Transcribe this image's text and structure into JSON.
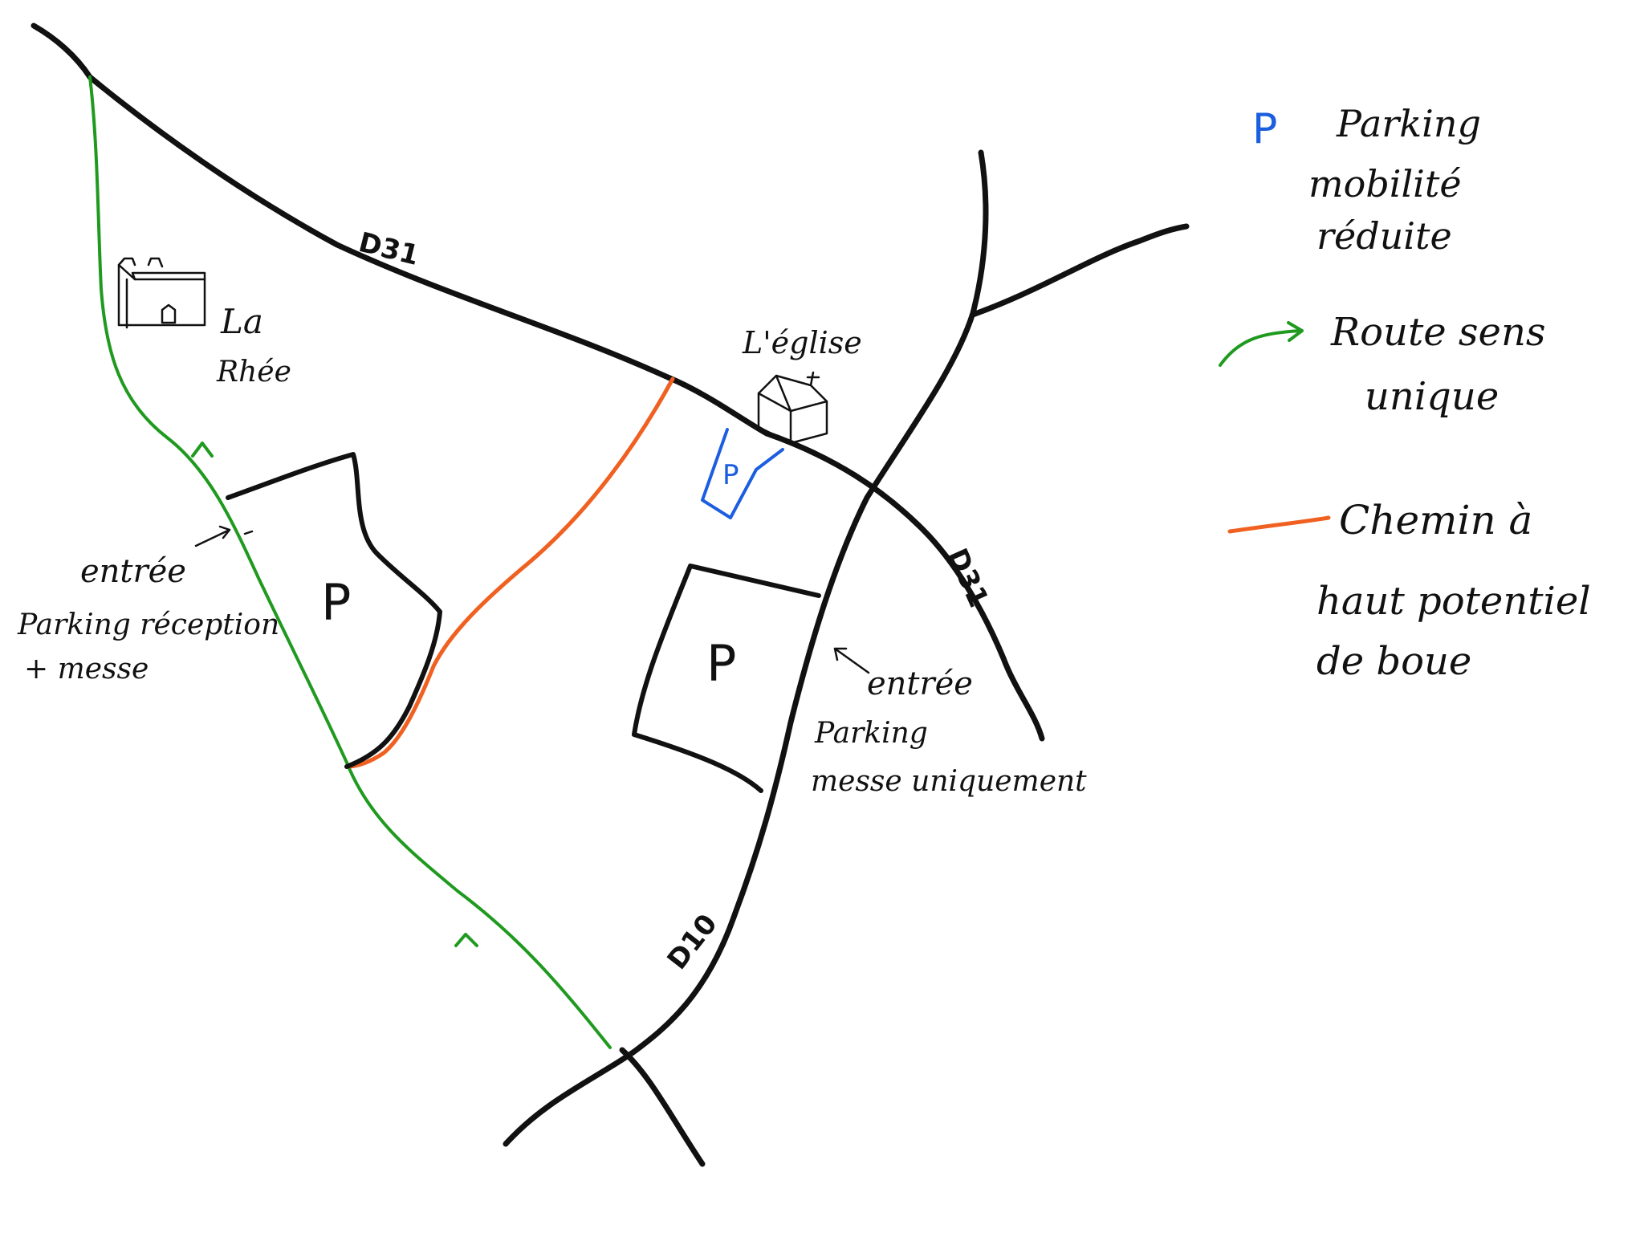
{
  "colors": {
    "road": "#111111",
    "one_way_route": "#1f9a1f",
    "mud_path": "#f06020",
    "reduced_mobility": "#1c5ee0"
  },
  "roads": {
    "d31_top": "D31",
    "d31_bottom": "D31",
    "d10": "D10"
  },
  "places": {
    "chateau_line1": "La",
    "chateau_line2": "Rhée",
    "church": "L'église"
  },
  "parkings": {
    "west_symbol": "P",
    "east_symbol": "P",
    "reduced_symbol": "P"
  },
  "entrances": {
    "west": {
      "line1": "entrée",
      "line2": "Parking réception",
      "line3": "+ messe"
    },
    "east": {
      "line1": "entrée",
      "line2": "Parking",
      "line3": "messe uniquement"
    }
  },
  "legend": {
    "reduced": {
      "symbol": "P",
      "line1": "Parking",
      "line2": "mobilité",
      "line3": "réduite"
    },
    "oneway": {
      "line1": "Route sens",
      "line2": "unique"
    },
    "mud": {
      "line1": "Chemin à",
      "line2": "haut potentiel",
      "line3": "de boue"
    }
  }
}
